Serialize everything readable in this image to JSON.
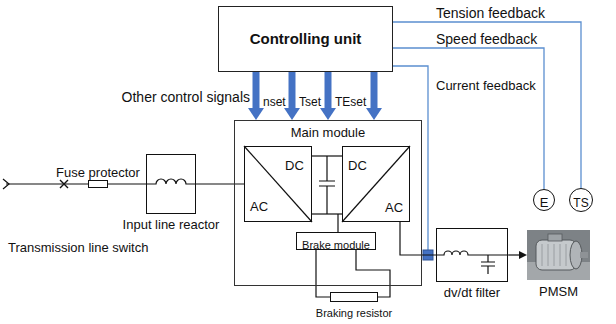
{
  "diagram": {
    "nodes": [
      {
        "text": [
          "Controlling unit"
        ]
      },
      {
        "text": [
          "Main module"
        ]
      },
      {
        "text": [
          "AC",
          "DC"
        ],
        "in": 1
      },
      {
        "text": [
          "DC",
          "AC"
        ],
        "in": 1
      },
      {
        "text": [
          "Brake module"
        ],
        "in": 1
      },
      {
        "text": [
          "Fuse protector"
        ]
      },
      {
        "text": [
          "Input line reactor"
        ]
      },
      {
        "text": [
          "dv/dt filter"
        ]
      },
      {
        "text": [
          "E"
        ]
      },
      {
        "text": [
          "TS"
        ]
      },
      {
        "text": [
          "PMSM"
        ]
      },
      {
        "text": [
          "Braking resistor"
        ]
      }
    ],
    "edges": [
      {
        "from": 0,
        "to": 1,
        "arrow": "to",
        "label": "Other control signals"
      },
      {
        "from": 0,
        "to": 1,
        "arrow": "to",
        "label": "nset"
      },
      {
        "from": 0,
        "to": 1,
        "arrow": "to",
        "label": "Tset"
      },
      {
        "from": 0,
        "to": 1,
        "arrow": "to",
        "label": "TEset"
      },
      {
        "from": 9,
        "to": 0,
        "arrow": "none",
        "label": "Tension feedback"
      },
      {
        "from": 8,
        "to": 0,
        "arrow": "none",
        "label": "Speed feedback"
      },
      {
        "from": 5,
        "to": 6,
        "arrow": "none"
      },
      {
        "from": 6,
        "to": 2,
        "arrow": "none"
      },
      {
        "from": 2,
        "to": 3,
        "arrow": "none"
      },
      {
        "from": 3,
        "to": 7,
        "arrow": "none"
      },
      {
        "from": 7,
        "to": 10,
        "arrow": "to"
      },
      {
        "from": 4,
        "to": 11,
        "arrow": "none"
      }
    ],
    "labels": [
      "Transmission line switch",
      "Current feedback"
    ]
  }
}
